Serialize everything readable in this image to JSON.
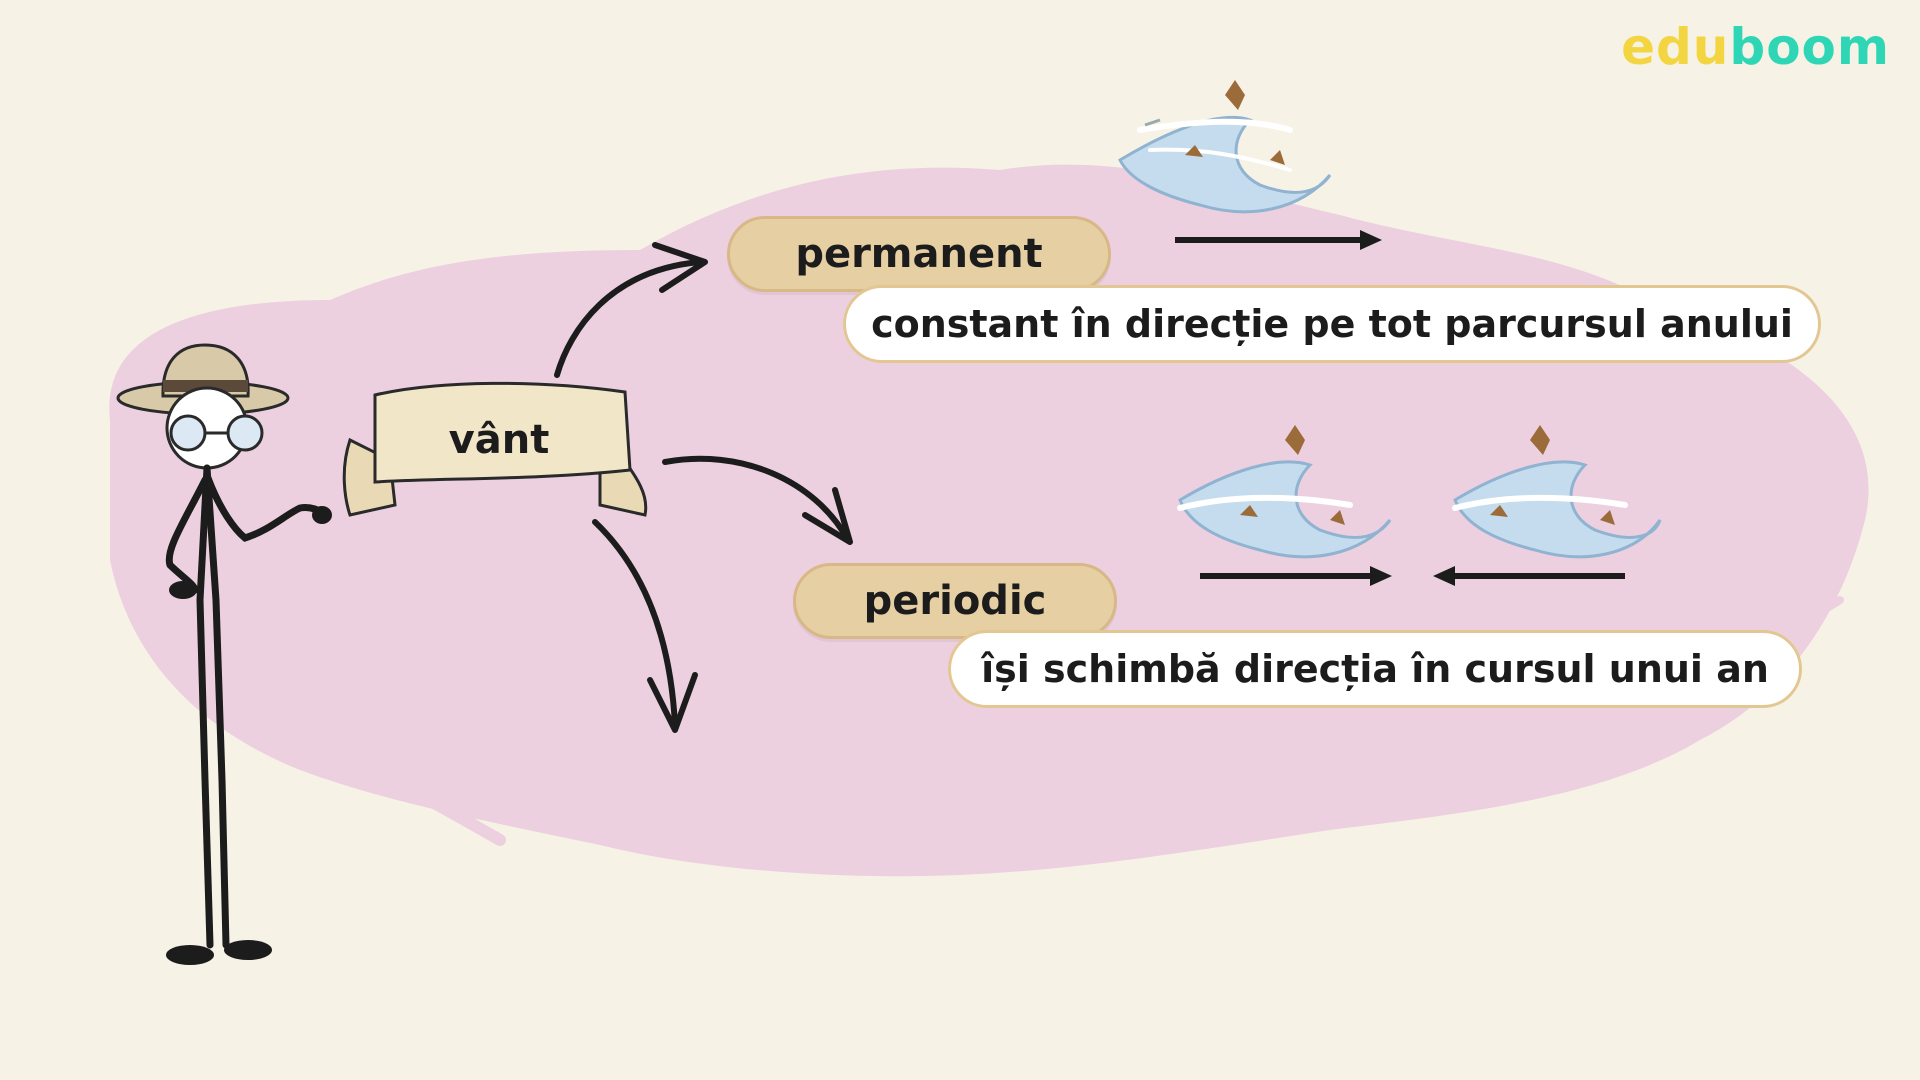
{
  "brand": {
    "part1": "edu",
    "part2": "boom"
  },
  "diagram": {
    "root": "vânt",
    "branches": [
      {
        "label": "permanent",
        "description": "constant în direcție pe tot parcursul anului"
      },
      {
        "label": "periodic",
        "description": "își schimbă direcția în cursul unui an"
      }
    ]
  },
  "icons": {
    "character": "explorer-stick-figure-icon",
    "wind": "wind-with-leaves-icon",
    "arrow": "direction-arrow-icon"
  },
  "colors": {
    "background": "#f7f2e6",
    "blob": "#ecd0e0",
    "pill": "#e6cfa3",
    "brand_yellow": "#f2d541",
    "brand_teal": "#2fd6b5"
  }
}
